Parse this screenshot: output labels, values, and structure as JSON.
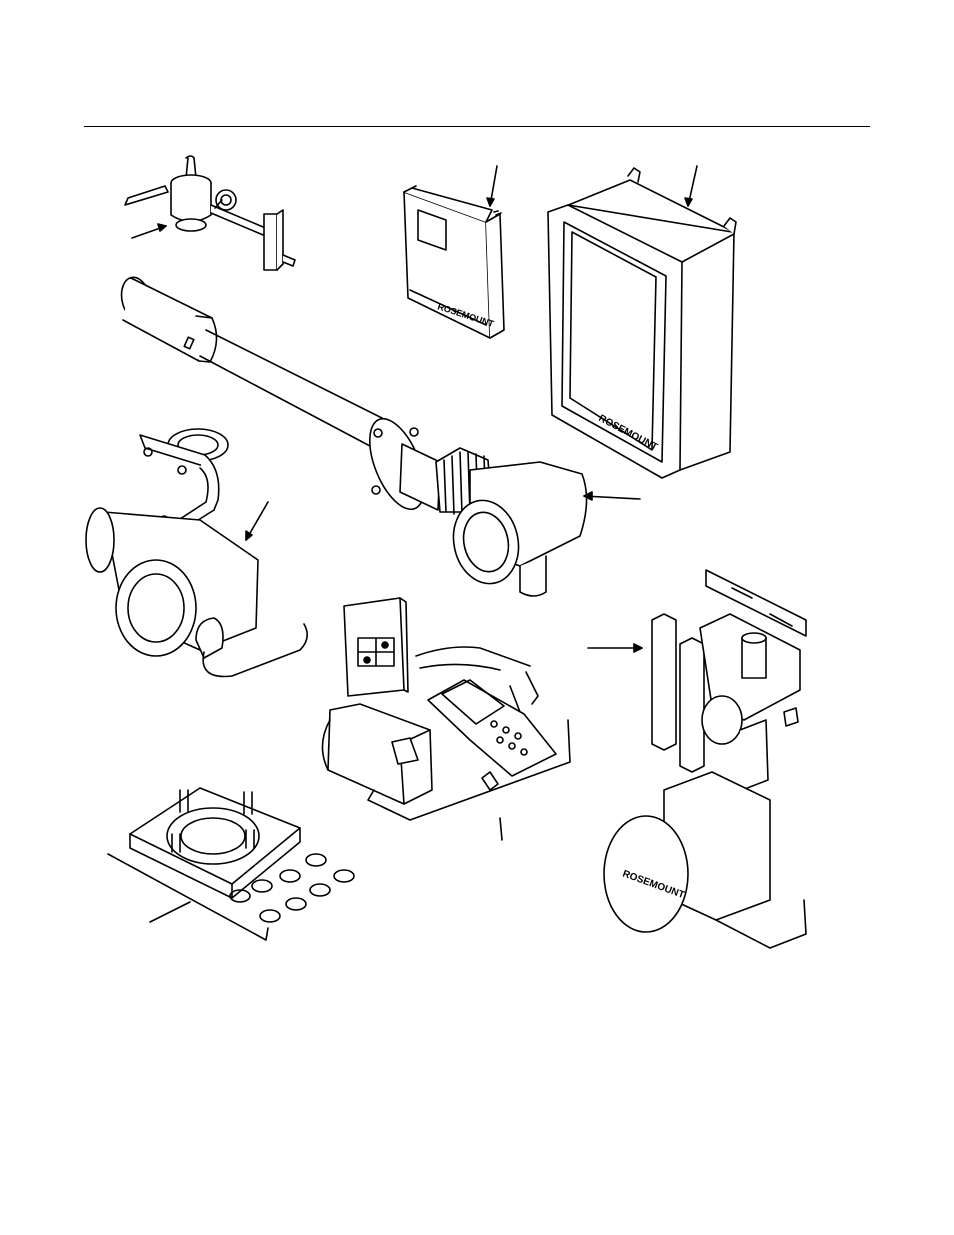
{
  "brand_labels": {
    "manual": "ROSEMOUNT",
    "enclosure": "ROSEMOUNT",
    "calibration_panel": "ROSEMOUNT"
  }
}
